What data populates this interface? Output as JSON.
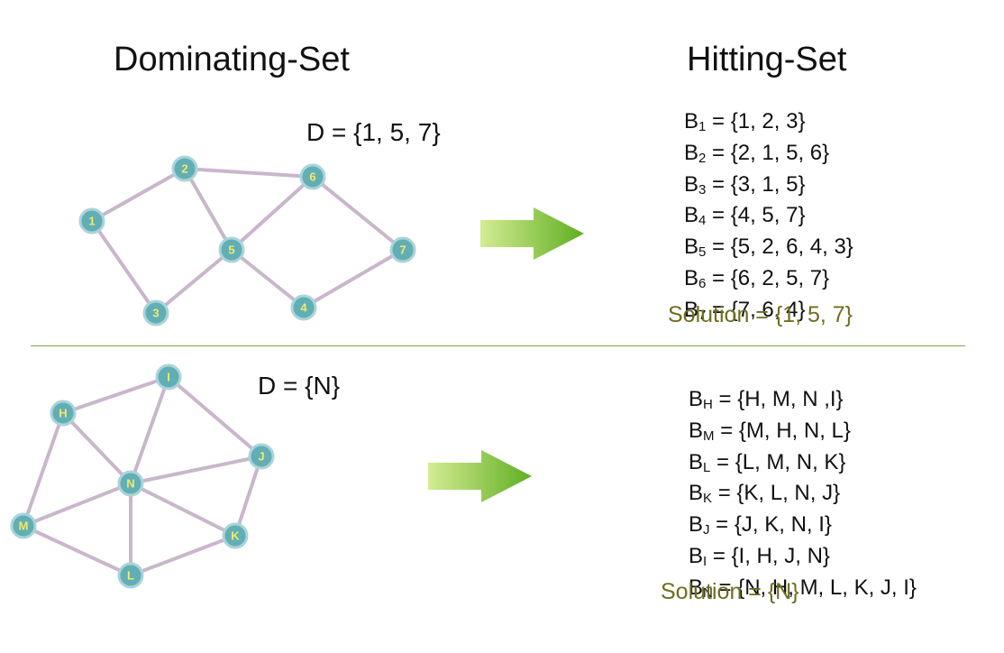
{
  "titles": {
    "left": "Dominating-Set",
    "right": "Hitting-Set"
  },
  "colors": {
    "node_fill": "#62aeb5",
    "edge": "#c9b6cc",
    "node_label": "#f3e96a",
    "solution_text": "#6f6d1f",
    "divider": "#7aa84a",
    "arrow": "#72b82a"
  },
  "top": {
    "dominating_set": "D = {1, 5, 7}",
    "graph": {
      "nodes": [
        "1",
        "2",
        "3",
        "4",
        "5",
        "6",
        "7"
      ],
      "edges": [
        [
          "1",
          "2"
        ],
        [
          "1",
          "3"
        ],
        [
          "2",
          "5"
        ],
        [
          "2",
          "6"
        ],
        [
          "3",
          "5"
        ],
        [
          "5",
          "6"
        ],
        [
          "5",
          "4"
        ],
        [
          "6",
          "7"
        ],
        [
          "4",
          "7"
        ]
      ]
    },
    "sets": [
      {
        "name": "B",
        "sub": "1",
        "value": " = {1, 2, 3}"
      },
      {
        "name": "B",
        "sub": "2",
        "value": " = {2, 1, 5, 6}"
      },
      {
        "name": "B",
        "sub": "3",
        "value": " = {3, 1, 5}"
      },
      {
        "name": "B",
        "sub": "4",
        "value": " = {4, 5, 7}"
      },
      {
        "name": "B",
        "sub": "5",
        "value": " = {5, 2, 6, 4, 3}"
      },
      {
        "name": "B",
        "sub": "6",
        "value": " = {6, 2, 5, 7}"
      },
      {
        "name": "B",
        "sub": "7",
        "value": " = {7, 6, 4}"
      }
    ],
    "solution": "Solution = {1, 5, 7}"
  },
  "bottom": {
    "dominating_set": "D = {N}",
    "graph": {
      "nodes": [
        "H",
        "I",
        "J",
        "M",
        "N",
        "K",
        "L"
      ],
      "edges": [
        [
          "H",
          "I"
        ],
        [
          "H",
          "M"
        ],
        [
          "H",
          "N"
        ],
        [
          "I",
          "N"
        ],
        [
          "I",
          "J"
        ],
        [
          "N",
          "J"
        ],
        [
          "N",
          "M"
        ],
        [
          "N",
          "L"
        ],
        [
          "N",
          "K"
        ],
        [
          "J",
          "K"
        ],
        [
          "M",
          "L"
        ],
        [
          "L",
          "K"
        ]
      ]
    },
    "sets": [
      {
        "name": "B",
        "sub": "H",
        "value": " = {H, M, N ,I}"
      },
      {
        "name": "B",
        "sub": "M",
        "value": " = {M, H, N, L}"
      },
      {
        "name": "B",
        "sub": "L",
        "value": " = {L, M, N, K}"
      },
      {
        "name": "B",
        "sub": "K",
        "value": " = {K, L, N, J}"
      },
      {
        "name": "B",
        "sub": "J",
        "value": " = {J, K, N, I}"
      },
      {
        "name": "B",
        "sub": "I",
        "value": " = {I, H, J, N}"
      },
      {
        "name": "B",
        "sub": "N",
        "value": " = {N, H, M, L, K, J, I}"
      }
    ],
    "solution": "Solution = {N}"
  }
}
